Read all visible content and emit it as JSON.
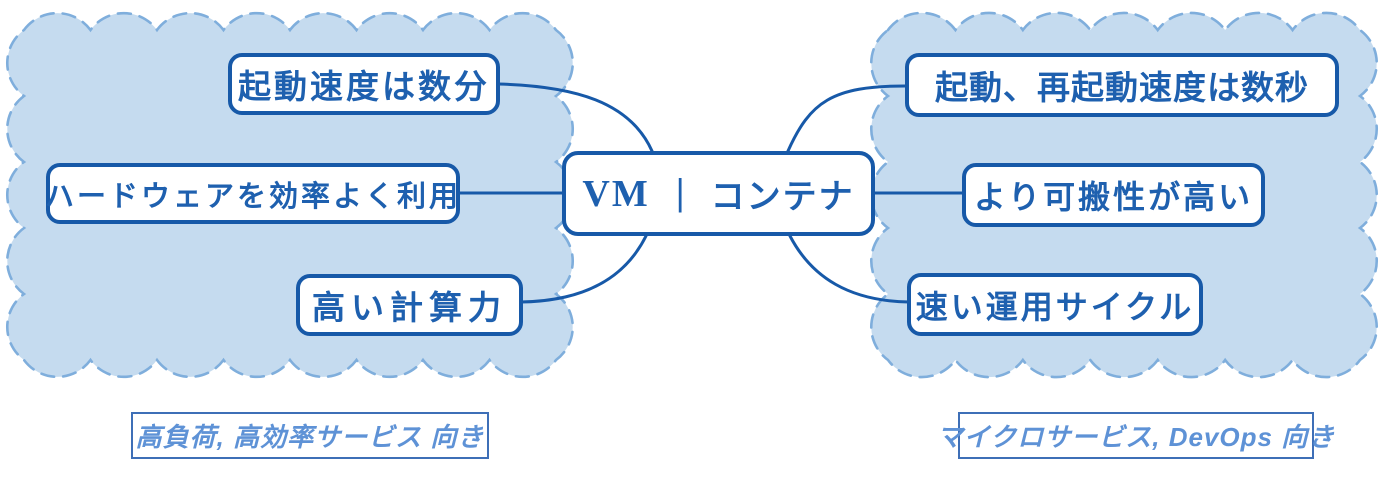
{
  "colors": {
    "accent": "#1759A8",
    "nodeText": "#1E60AF",
    "cloudFill": "#C5DBEF",
    "cloudBorder": "#7FAEDC",
    "captionBorder": "#3E6FB7",
    "captionText": "#5E92D6"
  },
  "center_box": {
    "vm_label": "VM",
    "separator": "|",
    "container_label": "コンテナ"
  },
  "left_cloud": {
    "items": [
      {
        "label": "起動速度は数分"
      },
      {
        "label": "ハードウェアを効率よく利用"
      },
      {
        "label": "高い計算力"
      }
    ],
    "caption": "高負荷, 高効率サービス 向き"
  },
  "right_cloud": {
    "items": [
      {
        "label": "起動、再起動速度は数秒"
      },
      {
        "label": "より可搬性が高い"
      },
      {
        "label": "速い運用サイクル"
      }
    ],
    "caption": "マイクロサービス, DevOps 向き"
  }
}
